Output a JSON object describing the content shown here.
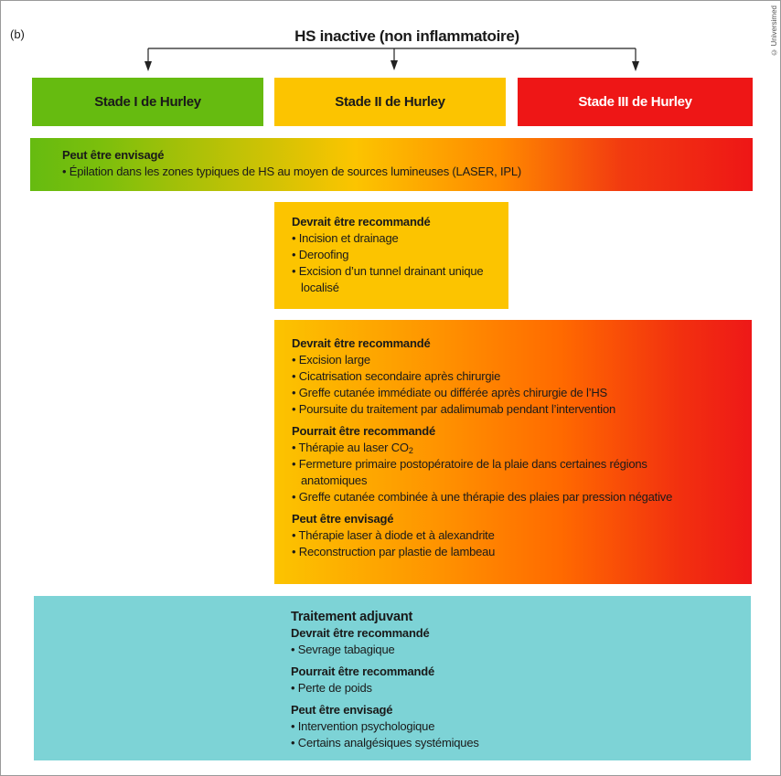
{
  "panel_label": "(b)",
  "copyright": "© Universimed",
  "title": "HS inactive (non inflammatoire)",
  "colors": {
    "stage1": "#66bb10",
    "stage2": "#fcc400",
    "stage3": "#ee1616",
    "orange": "#ff7f00",
    "adjuvant": "#7dd3d6"
  },
  "stages": [
    "Stade I de Hurley",
    "Stade II de Hurley",
    "Stade III de Hurley"
  ],
  "all_stages_box": {
    "heading": "Peut être envisagé",
    "items": [
      "Épilation dans les zones typiques de HS au moyen de sources lumineuses (LASER, IPL)"
    ]
  },
  "stage2_box": {
    "heading": "Devrait être recommandé",
    "items": [
      "Incision et drainage",
      "Deroofing",
      "Excision d’un tunnel drainant unique localisé"
    ]
  },
  "stage23_box": {
    "groups": [
      {
        "heading": "Devrait être recommandé",
        "items": [
          "Excision large",
          "Cicatrisation secondaire après chirurgie",
          "Greffe cutanée immédiate ou différée après chirurgie de l’HS",
          "Poursuite du traitement par adalimumab pendant l’intervention"
        ]
      },
      {
        "heading": "Pourrait être recommandé",
        "items": [
          "Thérapie au laser CO",
          "Fermeture primaire postopératoire de la plaie dans certaines régions anatomiques",
          "Greffe cutanée combinée à une thérapie des plaies par pression négative"
        ],
        "co2_subscript": "2"
      },
      {
        "heading": "Peut être envisagé",
        "items": [
          "Thérapie laser à diode et à alexandrite",
          "Reconstruction par plastie de lambeau"
        ]
      }
    ]
  },
  "adjuvant_box": {
    "title": "Traitement adjuvant",
    "groups": [
      {
        "heading": "Devrait être recommandé",
        "items": [
          "Sevrage tabagique"
        ]
      },
      {
        "heading": "Pourrait être recommandé",
        "items": [
          "Perte de poids"
        ]
      },
      {
        "heading": "Peut être envisagé",
        "items": [
          "Intervention psychologique",
          "Certains analgésiques systémiques"
        ]
      }
    ]
  }
}
